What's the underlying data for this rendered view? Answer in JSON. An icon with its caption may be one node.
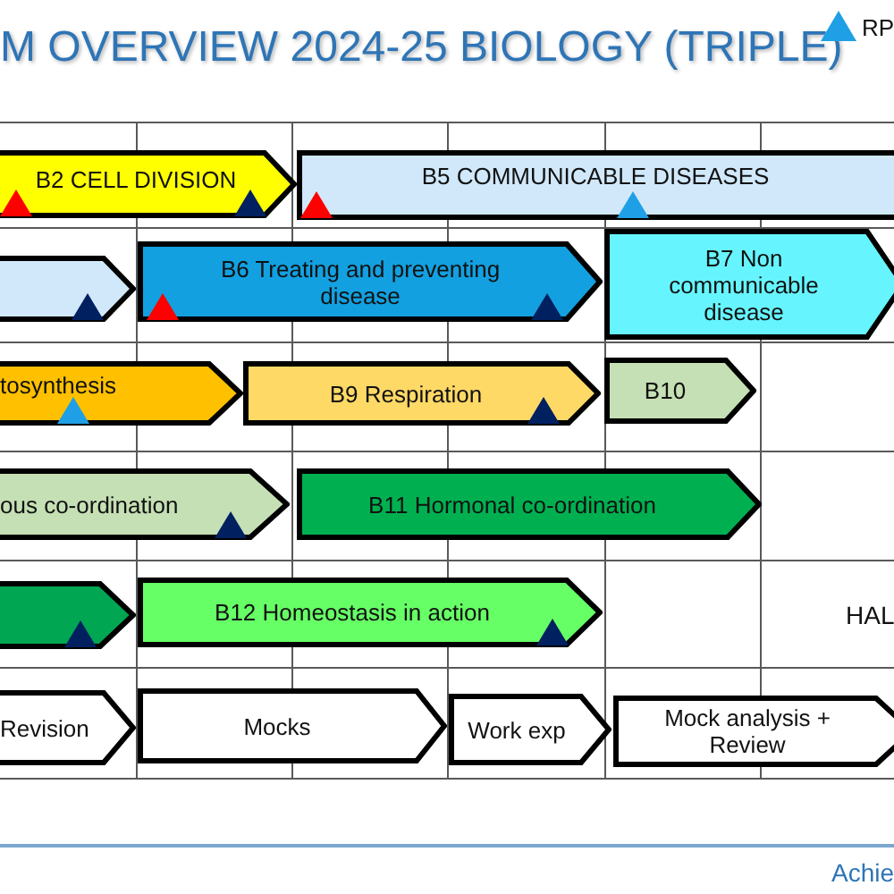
{
  "diagram": {
    "title": "M OVERVIEW 2024-25 BIOLOGY (TRIPLE)",
    "nodes": [
      {
        "text": [
          "B2 CELL DIVISION"
        ]
      },
      {
        "text": [
          "B5 COMMUNICABLE DISEASES"
        ]
      },
      {
        "text": [],
        "shape": "arrow"
      },
      {
        "text": [
          "B6 Treating and preventing disease"
        ]
      },
      {
        "text": [
          "B7 Non communicable disease"
        ]
      },
      {
        "text": [
          "tosynthesis"
        ]
      },
      {
        "text": [
          "B9 Respiration"
        ]
      },
      {
        "text": [
          "B10"
        ]
      },
      {
        "text": [
          "ous co-ordination"
        ]
      },
      {
        "text": [
          "B11 Hormonal co-ordination"
        ]
      },
      {
        "text": [],
        "shape": "arrow"
      },
      {
        "text": [
          "B12 Homeostasis in action"
        ]
      },
      {
        "text": [
          "Revision"
        ]
      },
      {
        "text": [
          "Mocks"
        ]
      },
      {
        "text": [
          "Work exp"
        ]
      },
      {
        "text": [
          "Mock analysis + Review"
        ]
      }
    ],
    "labels": [
      "HAL",
      "Achie"
    ],
    "legend": [
      {
        "text": "RP",
        "color": "#1fa0e6"
      }
    ]
  }
}
